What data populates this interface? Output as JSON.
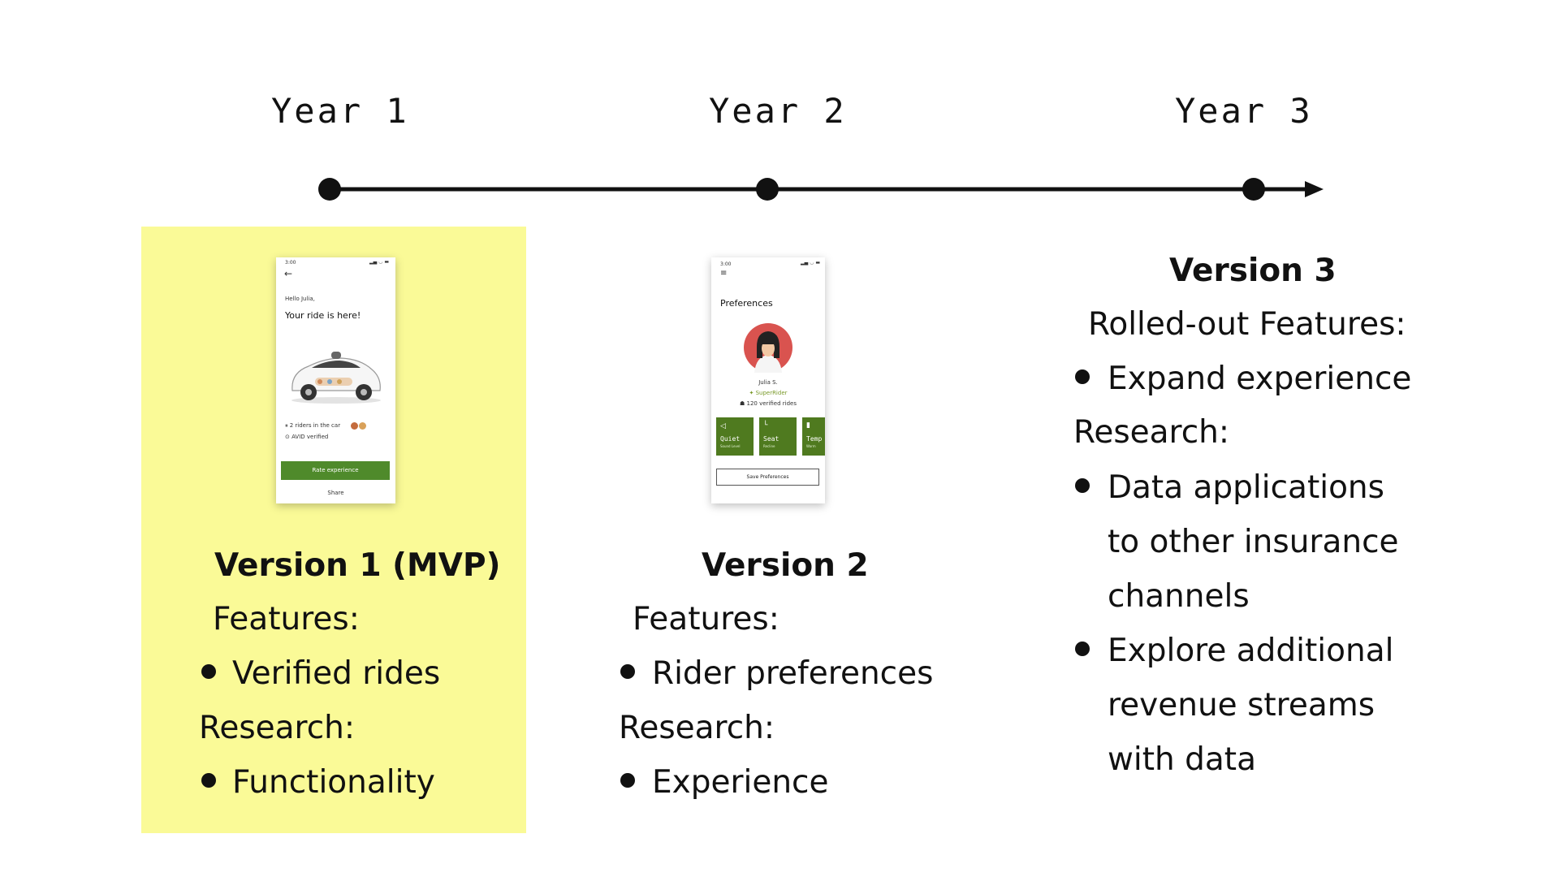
{
  "timeline": {
    "years": [
      "Year 1",
      "Year 2",
      "Year 3"
    ]
  },
  "version1": {
    "title": "Version 1 (MVP)",
    "features_label": "Features:",
    "features": [
      "Verified rides"
    ],
    "research_label": "Research:",
    "research": [
      "Functionality"
    ],
    "highlight_color": "#fafa97",
    "phone": {
      "status_time": "3:00",
      "greeting": "Hello Julia,",
      "headline": "Your ride is here!",
      "riders": "2 riders in the car",
      "verified": "AVID verified",
      "rate_button": "Rate experience",
      "share": "Share",
      "accent": "#4f8a2b"
    }
  },
  "version2": {
    "title": "Version 2",
    "features_label": "Features:",
    "features": [
      "Rider preferences"
    ],
    "research_label": "Research:",
    "research": [
      "Experience"
    ],
    "phone": {
      "status_time": "3:00",
      "heading": "Preferences",
      "user_name": "Julia S.",
      "rider_badge": "SuperRider",
      "rides": "120 verified rides",
      "tiles": [
        {
          "label": "Quiet",
          "sub": "Sound Level"
        },
        {
          "label": "Seat",
          "sub": "Recline"
        },
        {
          "label": "Temp",
          "sub": "Warm"
        }
      ],
      "save_button": "Save Preferences",
      "accent": "#4f7a1f"
    }
  },
  "version3": {
    "title": "Version 3",
    "features_label": "Rolled-out Features:",
    "features": [
      "Expand experience"
    ],
    "research_label": "Research:",
    "research_lines": [
      [
        "Data applications",
        "to other insurance",
        "channels"
      ],
      [
        "Explore additional",
        "revenue streams",
        "with data"
      ]
    ]
  }
}
